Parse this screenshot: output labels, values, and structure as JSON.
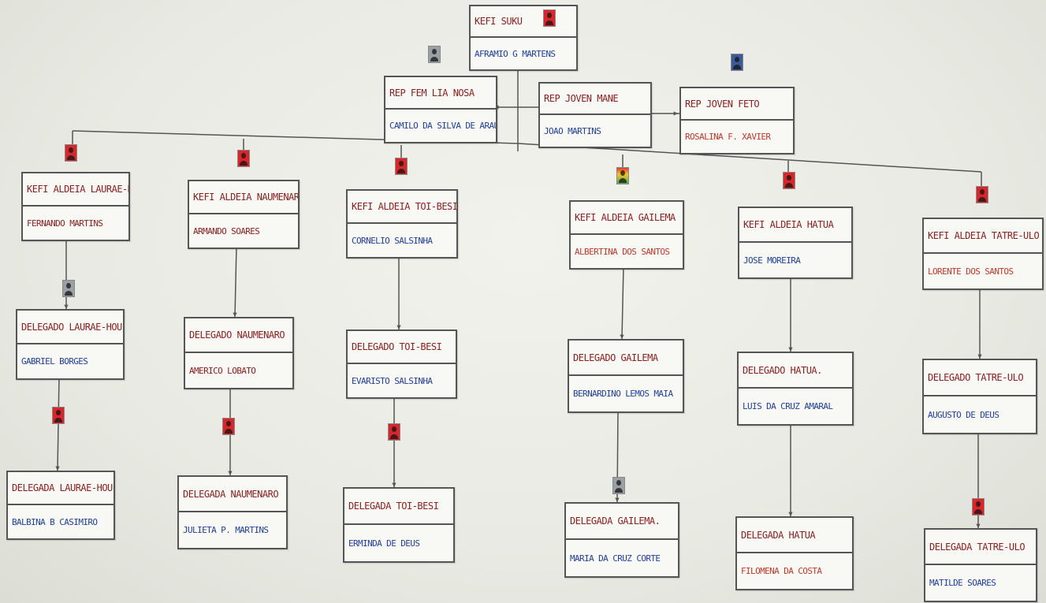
{
  "colors": {
    "role_text": "#8a2020",
    "name_blue": "#1f3f9a",
    "name_red": "#c0392b",
    "line": "#555555",
    "photo_red": "#d8262b",
    "photo_gray": "#9aa0a6",
    "photo_blue": "#3a5a9a",
    "photo_multi": "#4caf50"
  },
  "nodes": {
    "kefe_suku": {
      "role": "KEFI SUKU",
      "name": "AFRAMIO G MARTENS",
      "photo": "photo_red"
    },
    "rep_ferik": {
      "role": "REP FEM LIA NOSA",
      "name": "CAMILO DA SILVA DE ARAUJO",
      "photo": "photo_gray"
    },
    "rep_joven_mane": {
      "role": "REP JOVEN MANE",
      "name": "JOAO MARTINS",
      "photo": null
    },
    "rep_joven_feto": {
      "role": "REP JOVEN FETO",
      "name": "ROSALINA F. XAVIER",
      "name_color": "red",
      "photo": "photo_blue"
    },
    "aldeia_1": {
      "role": "KEFI ALDEIA LAURAE-HOU",
      "name": "FERNANDO MARTINS",
      "name_color": "role",
      "photo": "photo_red"
    },
    "aldeia_2": {
      "role": "KEFI ALDEIA NAUMENARO.",
      "name": "ARMANDO SOARES",
      "name_color": "role",
      "photo": "photo_red"
    },
    "aldeia_3": {
      "role": "KEFI ALDEIA TOI-BESI",
      "name": "CORNELIO SALSINHA",
      "photo": "photo_red"
    },
    "aldeia_4": {
      "role": "KEFI ALDEIA GAILEMA",
      "name": "ALBERTINA DOS SANTOS",
      "name_color": "red",
      "photo": "photo_multi"
    },
    "aldeia_5": {
      "role": "KEFI ALDEIA HATUA",
      "name": "JOSE MOREIRA",
      "name_color": "mixed",
      "photo": "photo_red"
    },
    "aldeia_6": {
      "role": "KEFI ALDEIA TATRE-ULO",
      "name": "LORENTE DOS SANTOS",
      "name_color": "red",
      "photo": "photo_red"
    },
    "delegado_1": {
      "role": "DELEGADO LAURAE-HOU",
      "name": "GABRIEL BORGES",
      "photo": "photo_gray"
    },
    "delegado_2": {
      "role": "DELEGADO NAUMENARO",
      "name": "AMERICO LOBATO",
      "name_color": "role",
      "photo": null
    },
    "delegado_3": {
      "role": "DELEGADO TOI-BESI",
      "name": "EVARISTO SALSINHA",
      "photo": null
    },
    "delegado_4": {
      "role": "DELEGADO GAILEMA",
      "name": "BERNARDINO LEMOS MAIA",
      "photo": null
    },
    "delegado_5": {
      "role": "DELEGADO HATUA.",
      "name": "LUIS DA CRUZ AMARAL",
      "photo": null
    },
    "delegado_6": {
      "role": "DELEGADO TATRE-ULO",
      "name": "AUGUSTO DE DEUS",
      "photo": null
    },
    "delegada_1": {
      "role": "DELEGADA LAURAE-HOU",
      "name": "BALBINA B CASIMIRO",
      "photo": "photo_red"
    },
    "delegada_2": {
      "role": "DELEGADA NAUMENARO",
      "name": "JULIETA P. MARTINS",
      "photo": "photo_red"
    },
    "delegada_3": {
      "role": "DELEGADA TOI-BESI",
      "name": "ERMINDA DE DEUS",
      "photo": "photo_red"
    },
    "delegada_4": {
      "role": "DELEGADA GAILEMA.",
      "name": "MARIA DA CRUZ CORTE",
      "photo": "photo_gray"
    },
    "delegada_5": {
      "role": "DELEGADA HATUA",
      "name": "FILOMENA DA COSTA",
      "name_color": "red",
      "photo": null
    },
    "delegada_6": {
      "role": "DELEGADA TATRE-ULO",
      "name": "MATILDE SOARES",
      "photo": "photo_red"
    }
  }
}
